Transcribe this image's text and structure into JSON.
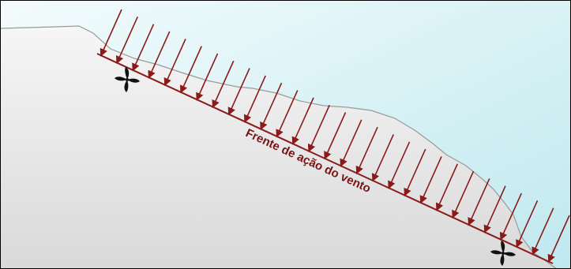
{
  "diagram": {
    "front_label": "Frente de ação do vento",
    "arrow_count": 29,
    "turbine_count": 2,
    "colors": {
      "arrow": "#8b1a1a",
      "front_line": "#8b1a1a",
      "label": "#7a1414",
      "water_light": "#eaf7fa",
      "water_deep": "#bfe9ef",
      "land_top": "#f4f4f4",
      "land_bottom": "#dcdcdc",
      "coastline": "#9a9a9a",
      "turbine": "#111111",
      "border": "#000000"
    },
    "icons": {
      "wind_arrow": "arrow-icon",
      "turbine": "wind-turbine-icon"
    }
  }
}
